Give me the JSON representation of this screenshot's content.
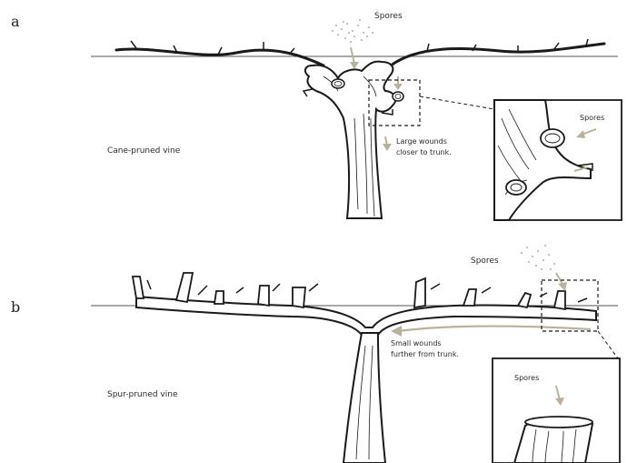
{
  "panels": [
    {
      "letter": "a",
      "vine_label": "Cane-pruned vine",
      "spores_label": "Spores",
      "inset_spores_label": "Spores",
      "wound_caption_line1": "Large wounds",
      "wound_caption_line2": "closer to trunk."
    },
    {
      "letter": "b",
      "vine_label": "Spur-pruned vine",
      "spores_label": "Spores",
      "inset_spores_label": "Spores",
      "wound_caption_line1": "Small wounds",
      "wound_caption_line2": "further from trunk."
    }
  ],
  "colors": {
    "ink": "#1a1a1a",
    "arrow": "#b8b29c",
    "wire": "#555555"
  }
}
